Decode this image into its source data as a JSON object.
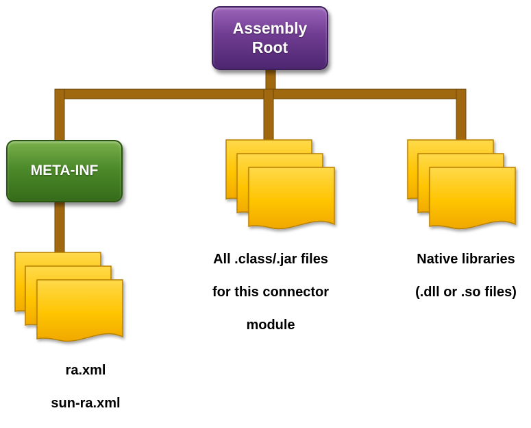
{
  "diagram": {
    "root": {
      "label_lines": [
        "Assembly",
        "Root"
      ],
      "color": "#6f3c92"
    },
    "meta_inf": {
      "label": "META-INF",
      "color": "#4d8a2a"
    },
    "connector_color": "#a0690f",
    "file_stack_color": "#ffc400",
    "file_groups": {
      "meta_inf_files": {
        "lines": [
          "ra.xml",
          "sun-ra.xml"
        ]
      },
      "class_files": {
        "lines": [
          "All .class/.jar files",
          "for this connector",
          "module"
        ]
      },
      "native_files": {
        "lines": [
          "Native libraries",
          "(.dll or .so files)"
        ]
      }
    }
  }
}
